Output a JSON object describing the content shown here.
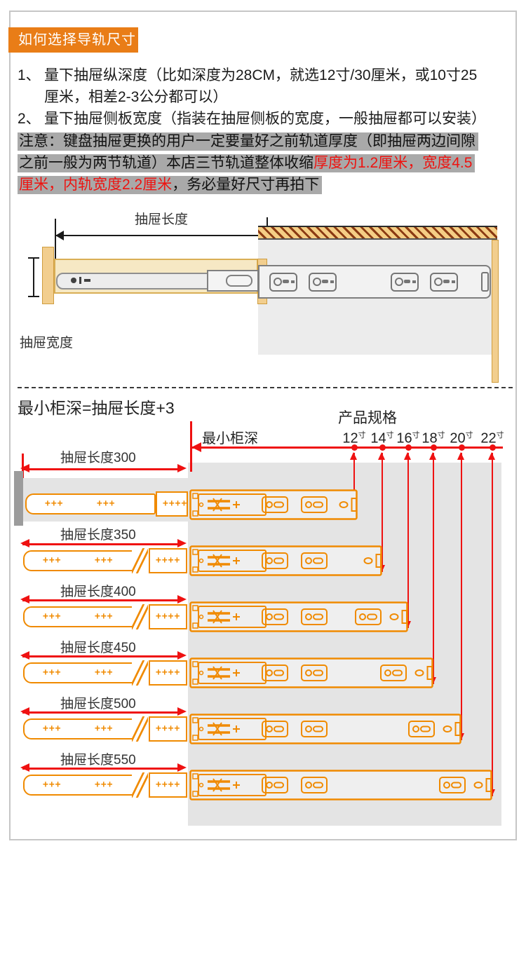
{
  "header": {
    "badge": "如何选择导轨尺寸"
  },
  "instructions": [
    {
      "num": "1、",
      "lines": [
        "量下抽屉纵深度（比如深度为28CM，就选12寸/30厘米，或10寸25",
        "厘米，相差2-3公分都可以）"
      ]
    },
    {
      "num": "2、",
      "lines": [
        "量下抽屉侧板宽度（指装在抽屉侧板的宽度，一般抽屉都可以安装）"
      ]
    }
  ],
  "notice": {
    "lines": [
      [
        {
          "text": "注意：键盘抽屉更换的用户一定要量好之前轨道厚度（即抽屉两边间隙",
          "color": "black"
        }
      ],
      [
        {
          "text": "之前一般为两节轨道）本店三节轨道整体收缩",
          "color": "black"
        },
        {
          "text": "厚度为1.2厘米，宽度4.5",
          "color": "red"
        }
      ],
      [
        {
          "text": "厘米，内轨宽度2.2厘米",
          "color": "red"
        },
        {
          "text": "，务必量好尺寸再拍下",
          "color": "black"
        }
      ]
    ]
  },
  "top_diagram": {
    "length_label": "抽屉长度",
    "width_label": "抽屉宽度"
  },
  "size_chart": {
    "formula": "最小柜深=抽屉长度+3",
    "spec_title": "产品规格",
    "min_depth_label": "最小柜深",
    "sizes": [
      {
        "inch": "12",
        "unit": "寸"
      },
      {
        "inch": "14",
        "unit": "寸"
      },
      {
        "inch": "16",
        "unit": "寸"
      },
      {
        "inch": "18",
        "unit": "寸"
      },
      {
        "inch": "20",
        "unit": "寸"
      },
      {
        "inch": "22",
        "unit": "寸"
      }
    ],
    "rows": [
      {
        "label": "抽屉长度300",
        "length_mm": 300,
        "matches_inch": "12寸"
      },
      {
        "label": "抽屉长度350",
        "length_mm": 350,
        "matches_inch": "14寸"
      },
      {
        "label": "抽屉长度400",
        "length_mm": 400,
        "matches_inch": "16寸"
      },
      {
        "label": "抽屉长度450",
        "length_mm": 450,
        "matches_inch": "18寸"
      },
      {
        "label": "抽屉长度500",
        "length_mm": 500,
        "matches_inch": "20寸"
      },
      {
        "label": "抽屉长度550",
        "length_mm": 550,
        "matches_inch": "22寸"
      }
    ]
  },
  "colors": {
    "accent_orange": "#e97d17",
    "slide_orange": "#f08a00",
    "red": "#ee1111",
    "notice_highlight": "#a9a9a9",
    "cabinet_gray": "#e4e4e4",
    "wood_tan": "#f2ce8e"
  }
}
